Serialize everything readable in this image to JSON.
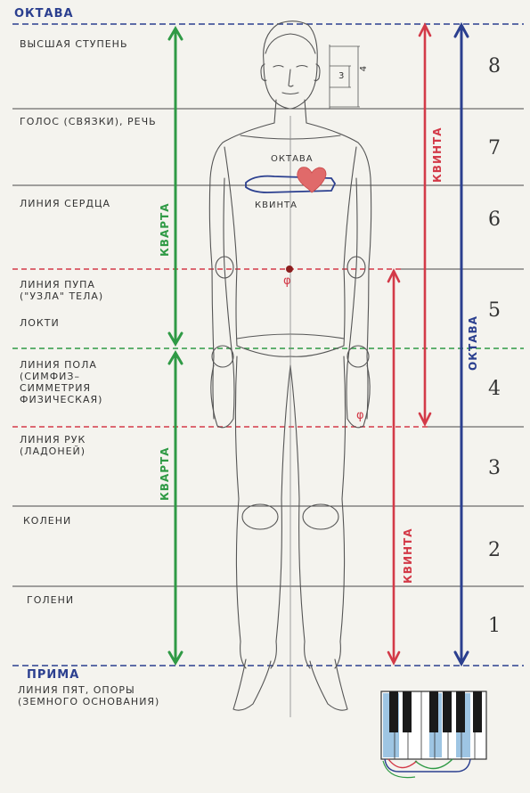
{
  "colors": {
    "paper": "#f4f3ee",
    "grid": "#4a4a4a",
    "blue": "#2b3f8f",
    "green": "#2f9a45",
    "red": "#d33a48",
    "pencil": "#555555",
    "heart": "#e06a6a"
  },
  "titles": {
    "top": "ОКТАВА",
    "bottom": "ПРИМА"
  },
  "labels": [
    "ВЫСШАЯ СТУПЕНЬ",
    "ГОЛОС (СВЯЗКИ), РЕЧЬ",
    "ЛИНИЯ СЕРДЦА",
    "ЛИНИЯ ПУПА\n(\"УЗЛА\" ТЕЛА)",
    "ЛОКТИ",
    "ЛИНИЯ ПОЛА\n(СИМФИЗ–\nСИММЕТРИЯ\nФИЗИЧЕСКАЯ)",
    "ЛИНИЯ РУК\n(ЛАДОНЕЙ)",
    "КОЛЕНИ",
    "ГОЛЕНИ",
    "ЛИНИЯ ПЯТ, ОПОРЫ\n(ЗЕМНОГО ОСНОВАНИЯ)"
  ],
  "numbers": [
    "8",
    "7",
    "6",
    "5",
    "4",
    "3",
    "2",
    "1"
  ],
  "intervals": {
    "kvarta_upper": "КВАРТА",
    "kvarta_lower": "КВАРТА",
    "kvinta_upper": "КВИНТА",
    "kvinta_lower": "КВИНТА",
    "oktava": "ОКТАВА"
  },
  "chest": {
    "oktava": "ОКТАВА",
    "kvinta": "КВИНТА"
  },
  "phi": {
    "navel": "φ",
    "hand": "φ"
  },
  "head_marks": {
    "three": "3",
    "four": "4"
  }
}
